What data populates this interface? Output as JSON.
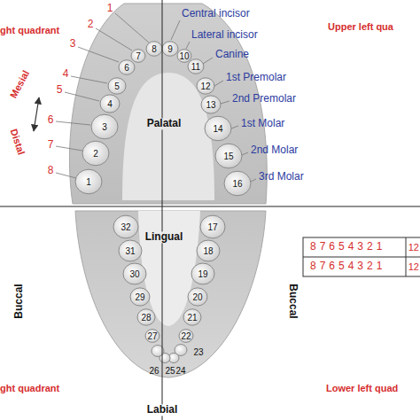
{
  "diagram": {
    "labels": [
      "1",
      "2",
      "3",
      "4",
      "5",
      "6",
      "7",
      "8",
      "ght quadrant",
      "Central incisor",
      "Lateral incisor",
      "Canine",
      "1st Premolar",
      "2nd Premolar",
      "1st Molar",
      "2nd Molar",
      "3rd Molar",
      "Upper left qua",
      "Mesial",
      "Distal",
      "1",
      "2",
      "3",
      "4",
      "5",
      "6",
      "7",
      "8",
      "9",
      "10",
      "11",
      "12",
      "13",
      "14",
      "15",
      "16",
      "Palatal",
      "Lingual",
      "17",
      "18",
      "19",
      "20",
      "21",
      "22",
      "23",
      "24",
      "25",
      "26",
      "27",
      "28",
      "29",
      "30",
      "31",
      "32",
      "Buccal",
      "Buccal",
      "ght quadrant",
      "Lower left quad",
      "87654321",
      "12",
      "87654321",
      "12",
      "Labial"
    ]
  }
}
